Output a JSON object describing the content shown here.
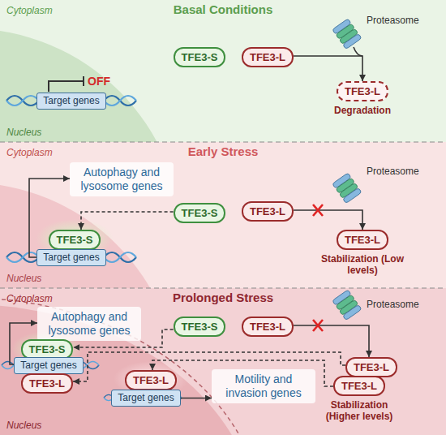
{
  "diagram": {
    "nodes": [
      {
        "text": [
          "Basal Conditions"
        ]
      },
      {
        "text": [
          "TFE3-S"
        ],
        "in": 0
      },
      {
        "text": [
          "TFE3-L"
        ],
        "in": 0
      },
      {
        "text": [
          "Target genes"
        ],
        "in": 0
      },
      {
        "text": [
          "TFE3-L",
          "Degradation"
        ],
        "in": 0
      },
      {
        "text": [
          "Early Stress"
        ]
      },
      {
        "text": [
          "Autophagy and lysosome genes"
        ],
        "in": 5
      },
      {
        "text": [
          "TFE3-S"
        ],
        "in": 5
      },
      {
        "text": [
          "TFE3-L"
        ],
        "in": 5
      },
      {
        "text": [
          "TFE3-S"
        ],
        "in": 5
      },
      {
        "text": [
          "Target genes"
        ],
        "in": 5
      },
      {
        "text": [
          "TFE3-L",
          "Stabilization (Low levels)"
        ],
        "in": 5
      },
      {
        "text": [
          "Prolonged Stress"
        ]
      },
      {
        "text": [
          "Autophagy and lysosome genes"
        ],
        "in": 12
      },
      {
        "text": [
          "TFE3-S"
        ],
        "in": 12
      },
      {
        "text": [
          "TFE3-L"
        ],
        "in": 12
      },
      {
        "text": [
          "TFE3-S"
        ],
        "in": 12
      },
      {
        "text": [
          "Target genes"
        ],
        "in": 12
      },
      {
        "text": [
          "TFE3-L"
        ],
        "in": 12
      },
      {
        "text": [
          "TFE3-L"
        ],
        "in": 12
      },
      {
        "text": [
          "Target genes"
        ],
        "in": 12
      },
      {
        "text": [
          "Motility and invasion genes"
        ],
        "in": 12
      },
      {
        "text": [
          "TFE3-L"
        ],
        "in": 12
      },
      {
        "text": [
          "TFE3-L",
          "Stabilization (Higher levels)"
        ],
        "in": 12
      }
    ],
    "edges": [
      {
        "from": 2,
        "to": 4,
        "arrow": "to"
      },
      {
        "from": 7,
        "to": 9,
        "arrow": "to"
      },
      {
        "from": 8,
        "to": 11,
        "arrow": "to"
      },
      {
        "from": 10,
        "to": 6,
        "arrow": "to"
      },
      {
        "from": 14,
        "to": 16,
        "arrow": "to"
      },
      {
        "from": 15,
        "to": 22,
        "arrow": "to"
      },
      {
        "from": 22,
        "to": 18,
        "arrow": "to"
      },
      {
        "from": 23,
        "to": 19,
        "arrow": "to"
      },
      {
        "from": 17,
        "to": 13,
        "arrow": "to"
      },
      {
        "from": 20,
        "to": 21,
        "arrow": "to"
      }
    ],
    "labels": [
      "Cytoplasm",
      "Proteasome",
      "OFF",
      "Nucleus",
      "Cytoplasm",
      "Proteasome",
      "Nucleus",
      "Cytoplasm",
      "Proteasome",
      "Nucleus"
    ]
  }
}
